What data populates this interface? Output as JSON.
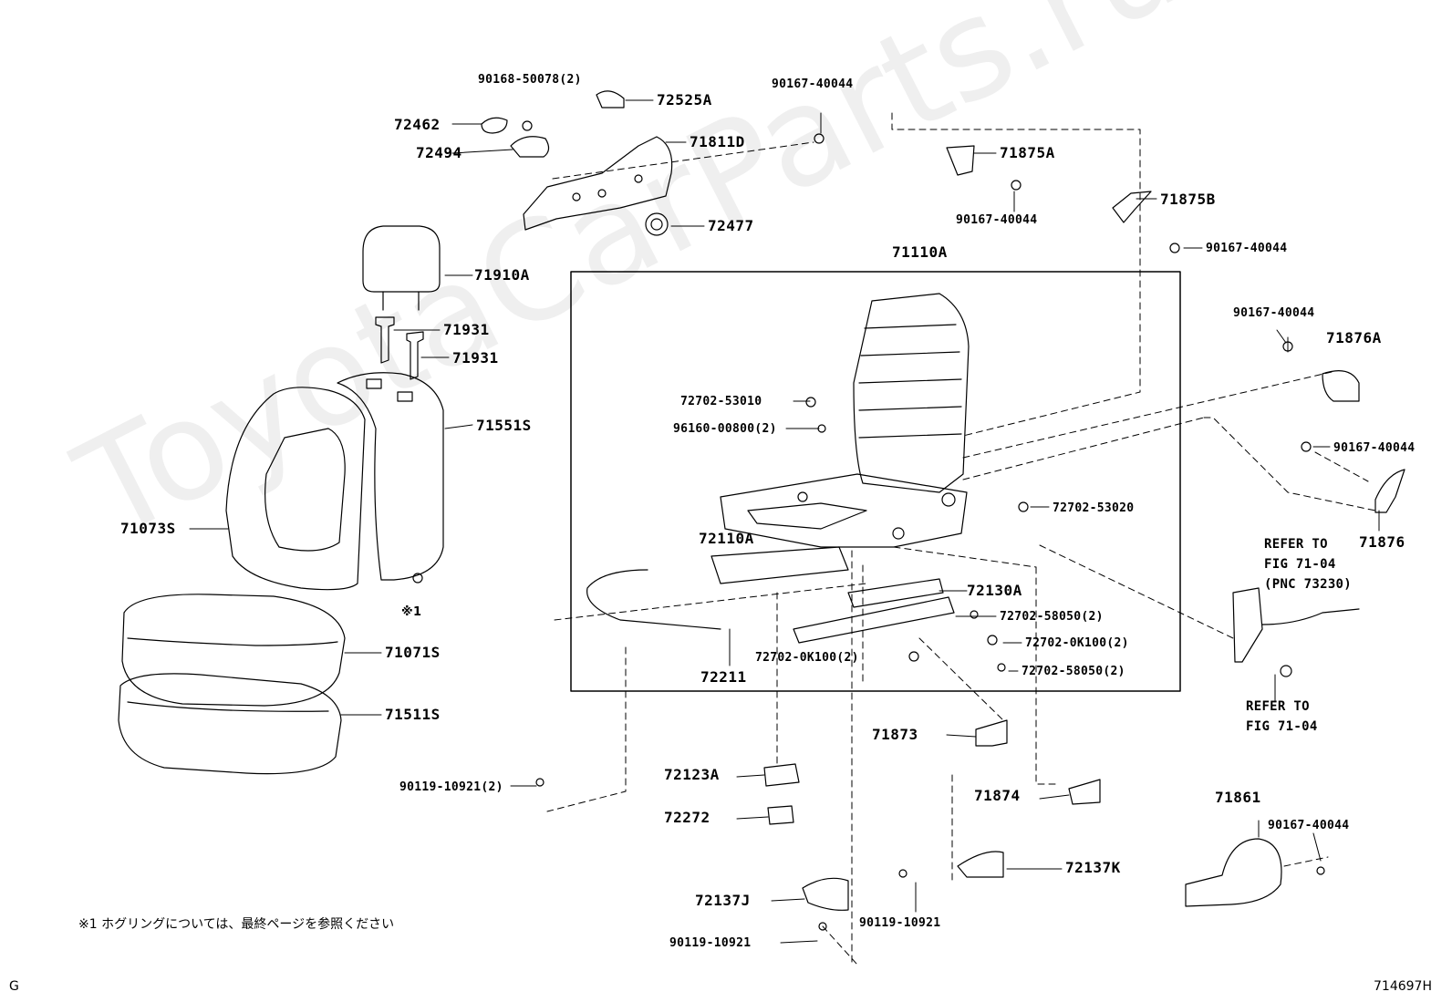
{
  "watermark": "ToyotaCarParts.ru",
  "labels": [
    {
      "id": "l1",
      "text": "90168-50078(2)"
    },
    {
      "id": "l2",
      "text": "72525A"
    },
    {
      "id": "l3",
      "text": "90167-40044"
    },
    {
      "id": "l4",
      "text": "72462"
    },
    {
      "id": "l5",
      "text": "72494"
    },
    {
      "id": "l6",
      "text": "71811D"
    },
    {
      "id": "l7",
      "text": "72477"
    },
    {
      "id": "l8",
      "text": "71875A"
    },
    {
      "id": "l9",
      "text": "90167-40044"
    },
    {
      "id": "l10",
      "text": "71875B"
    },
    {
      "id": "l11",
      "text": "90167-40044"
    },
    {
      "id": "l12",
      "text": "71110A"
    },
    {
      "id": "l13",
      "text": "71910A"
    },
    {
      "id": "l14",
      "text": "71931"
    },
    {
      "id": "l15",
      "text": "71931"
    },
    {
      "id": "l16",
      "text": "71551S"
    },
    {
      "id": "l17",
      "text": "71073S"
    },
    {
      "id": "l18",
      "text": "※1"
    },
    {
      "id": "l19",
      "text": "71071S"
    },
    {
      "id": "l20",
      "text": "71511S"
    },
    {
      "id": "l21",
      "text": "72702-53010"
    },
    {
      "id": "l22",
      "text": "96160-00800(2)"
    },
    {
      "id": "l23",
      "text": "72702-53020"
    },
    {
      "id": "l24",
      "text": "72110A"
    },
    {
      "id": "l25",
      "text": "72130A"
    },
    {
      "id": "l26",
      "text": "72702-58050(2)"
    },
    {
      "id": "l27",
      "text": "72702-0K100(2)"
    },
    {
      "id": "l28",
      "text": "72702-0K100(2)"
    },
    {
      "id": "l29",
      "text": "72702-58050(2)"
    },
    {
      "id": "l30",
      "text": "72211"
    },
    {
      "id": "l31",
      "text": "90167-40044"
    },
    {
      "id": "l32",
      "text": "71876A"
    },
    {
      "id": "l33",
      "text": "90167-40044"
    },
    {
      "id": "l34",
      "text": "71876"
    },
    {
      "id": "l35",
      "text": "REFER TO\nFIG 71-04\n(PNC 73230)"
    },
    {
      "id": "l36",
      "text": "REFER TO\nFIG 71-04"
    },
    {
      "id": "l37",
      "text": "71873"
    },
    {
      "id": "l38",
      "text": "71874"
    },
    {
      "id": "l39",
      "text": "72123A"
    },
    {
      "id": "l40",
      "text": "72272"
    },
    {
      "id": "l41",
      "text": "90119-10921(2)"
    },
    {
      "id": "l42",
      "text": "72137K"
    },
    {
      "id": "l43",
      "text": "71861"
    },
    {
      "id": "l44",
      "text": "90167-40044"
    },
    {
      "id": "l45",
      "text": "72137J"
    },
    {
      "id": "l46",
      "text": "90119-10921"
    },
    {
      "id": "l47",
      "text": "90119-10921"
    }
  ],
  "footnote": "※1  ホグリングについては、最終ページを参照ください",
  "corner_left": "G",
  "figure_id": "714697H"
}
